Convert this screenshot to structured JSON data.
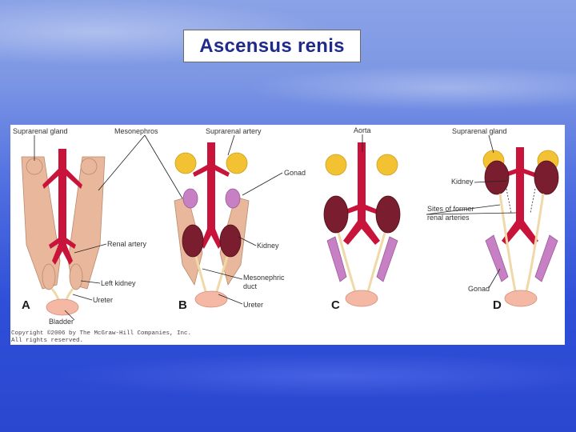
{
  "slide": {
    "title": "Ascensus renis"
  },
  "figure": {
    "panels": [
      "A",
      "B",
      "C",
      "D"
    ],
    "labels": {
      "suprarenal_gland_a": "Suprarenal gland",
      "mesonephros": "Mesonephros",
      "suprarenal_artery": "Suprarenal artery",
      "aorta": "Aorta",
      "suprarenal_gland_d": "Suprarenal gland",
      "gonad_b": "Gonad",
      "kidney_d": "Kidney",
      "sites_former_1": "Sites of former",
      "sites_former_2": "renal arteries",
      "renal_artery": "Renal artery",
      "kidney_b": "Kidney",
      "left_kidney": "Left kidney",
      "mesonephric_duct_1": "Mesonephric",
      "mesonephric_duct_2": "duct",
      "ureter_a": "Ureter",
      "ureter_b": "Ureter",
      "gonad_d": "Gonad",
      "bladder": "Bladder"
    },
    "copyright_line1": "Copyright ©2006 by The McGraw-Hill Companies, Inc.",
    "copyright_line2": "All rights reserved."
  },
  "colors": {
    "artery": "#c8143a",
    "suprarenal_gland": "#f2c232",
    "kidney": "#7a1d2e",
    "gonad": "#c780c4",
    "mesonephros": "#e9b79b",
    "bladder": "#f4b8a4",
    "title_text": "#1f2a8c"
  }
}
